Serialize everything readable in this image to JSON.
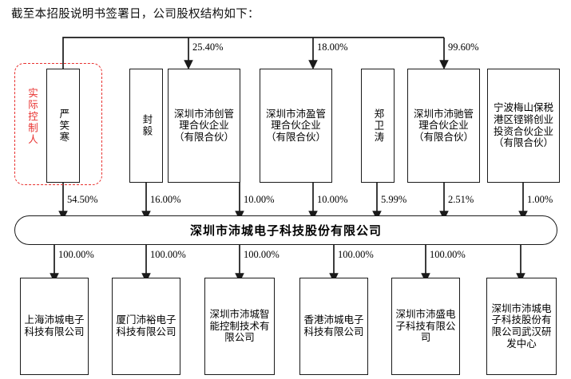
{
  "caption": "截至本招股说明书签署日，公司股权结构如下：",
  "colors": {
    "line": "#1a1a1a",
    "control_highlight": "#e8312f",
    "background": "#ffffff"
  },
  "control_marker": {
    "label": "实际控制人"
  },
  "issuer": {
    "name": "深圳市沛城电子科技股份有限公司"
  },
  "shareholders": [
    {
      "name": "严笑寒",
      "stake": "54.50%",
      "orientation": "vertical",
      "highlighted": true
    },
    {
      "name": "封毅",
      "stake": "16.00%",
      "orientation": "vertical",
      "highlighted": false
    },
    {
      "name": "深圳市沛创管理合伙企业（有限合伙）",
      "stake": "10.00%",
      "orientation": "horizontal",
      "highlighted": false
    },
    {
      "name": "深圳市沛盈管理合伙企业（有限合伙）",
      "stake": "10.00%",
      "orientation": "horizontal",
      "highlighted": false
    },
    {
      "name": "郑卫涛",
      "stake": "5.99%",
      "orientation": "vertical",
      "highlighted": false
    },
    {
      "name": "深圳市沛驰管理合伙企业（有限合伙）",
      "stake": "2.51%",
      "orientation": "horizontal",
      "highlighted": false
    },
    {
      "name": "宁波梅山保税港区铿锵创业投资合伙企业（有限合伙）",
      "stake": "1.00%",
      "orientation": "horizontal",
      "highlighted": false
    }
  ],
  "controller_links": [
    {
      "from": "严笑寒",
      "to": "深圳市沛创管理合伙企业（有限合伙）",
      "stake": "25.40%"
    },
    {
      "from": "严笑寒",
      "to": "深圳市沛盈管理合伙企业（有限合伙）",
      "stake": "18.00%"
    },
    {
      "from": "严笑寒",
      "to": "深圳市沛驰管理合伙企业（有限合伙）",
      "stake": "99.60%"
    }
  ],
  "subsidiaries": [
    {
      "name": "上海沛城电子科技有限公司",
      "stake": "100.00%"
    },
    {
      "name": "厦门沛裕电子科技有限公司",
      "stake": "100.00%"
    },
    {
      "name": "深圳市沛城智能控制技术有限公司",
      "stake": "100.00%"
    },
    {
      "name": "香港沛城电子科技有限公司",
      "stake": "100.00%"
    },
    {
      "name": "深圳市沛盛电子科技有限公司",
      "stake": "100.00%"
    },
    {
      "name": "深圳市沛城电子科技股份有限公司武汉研发中心",
      "stake": ""
    }
  ]
}
